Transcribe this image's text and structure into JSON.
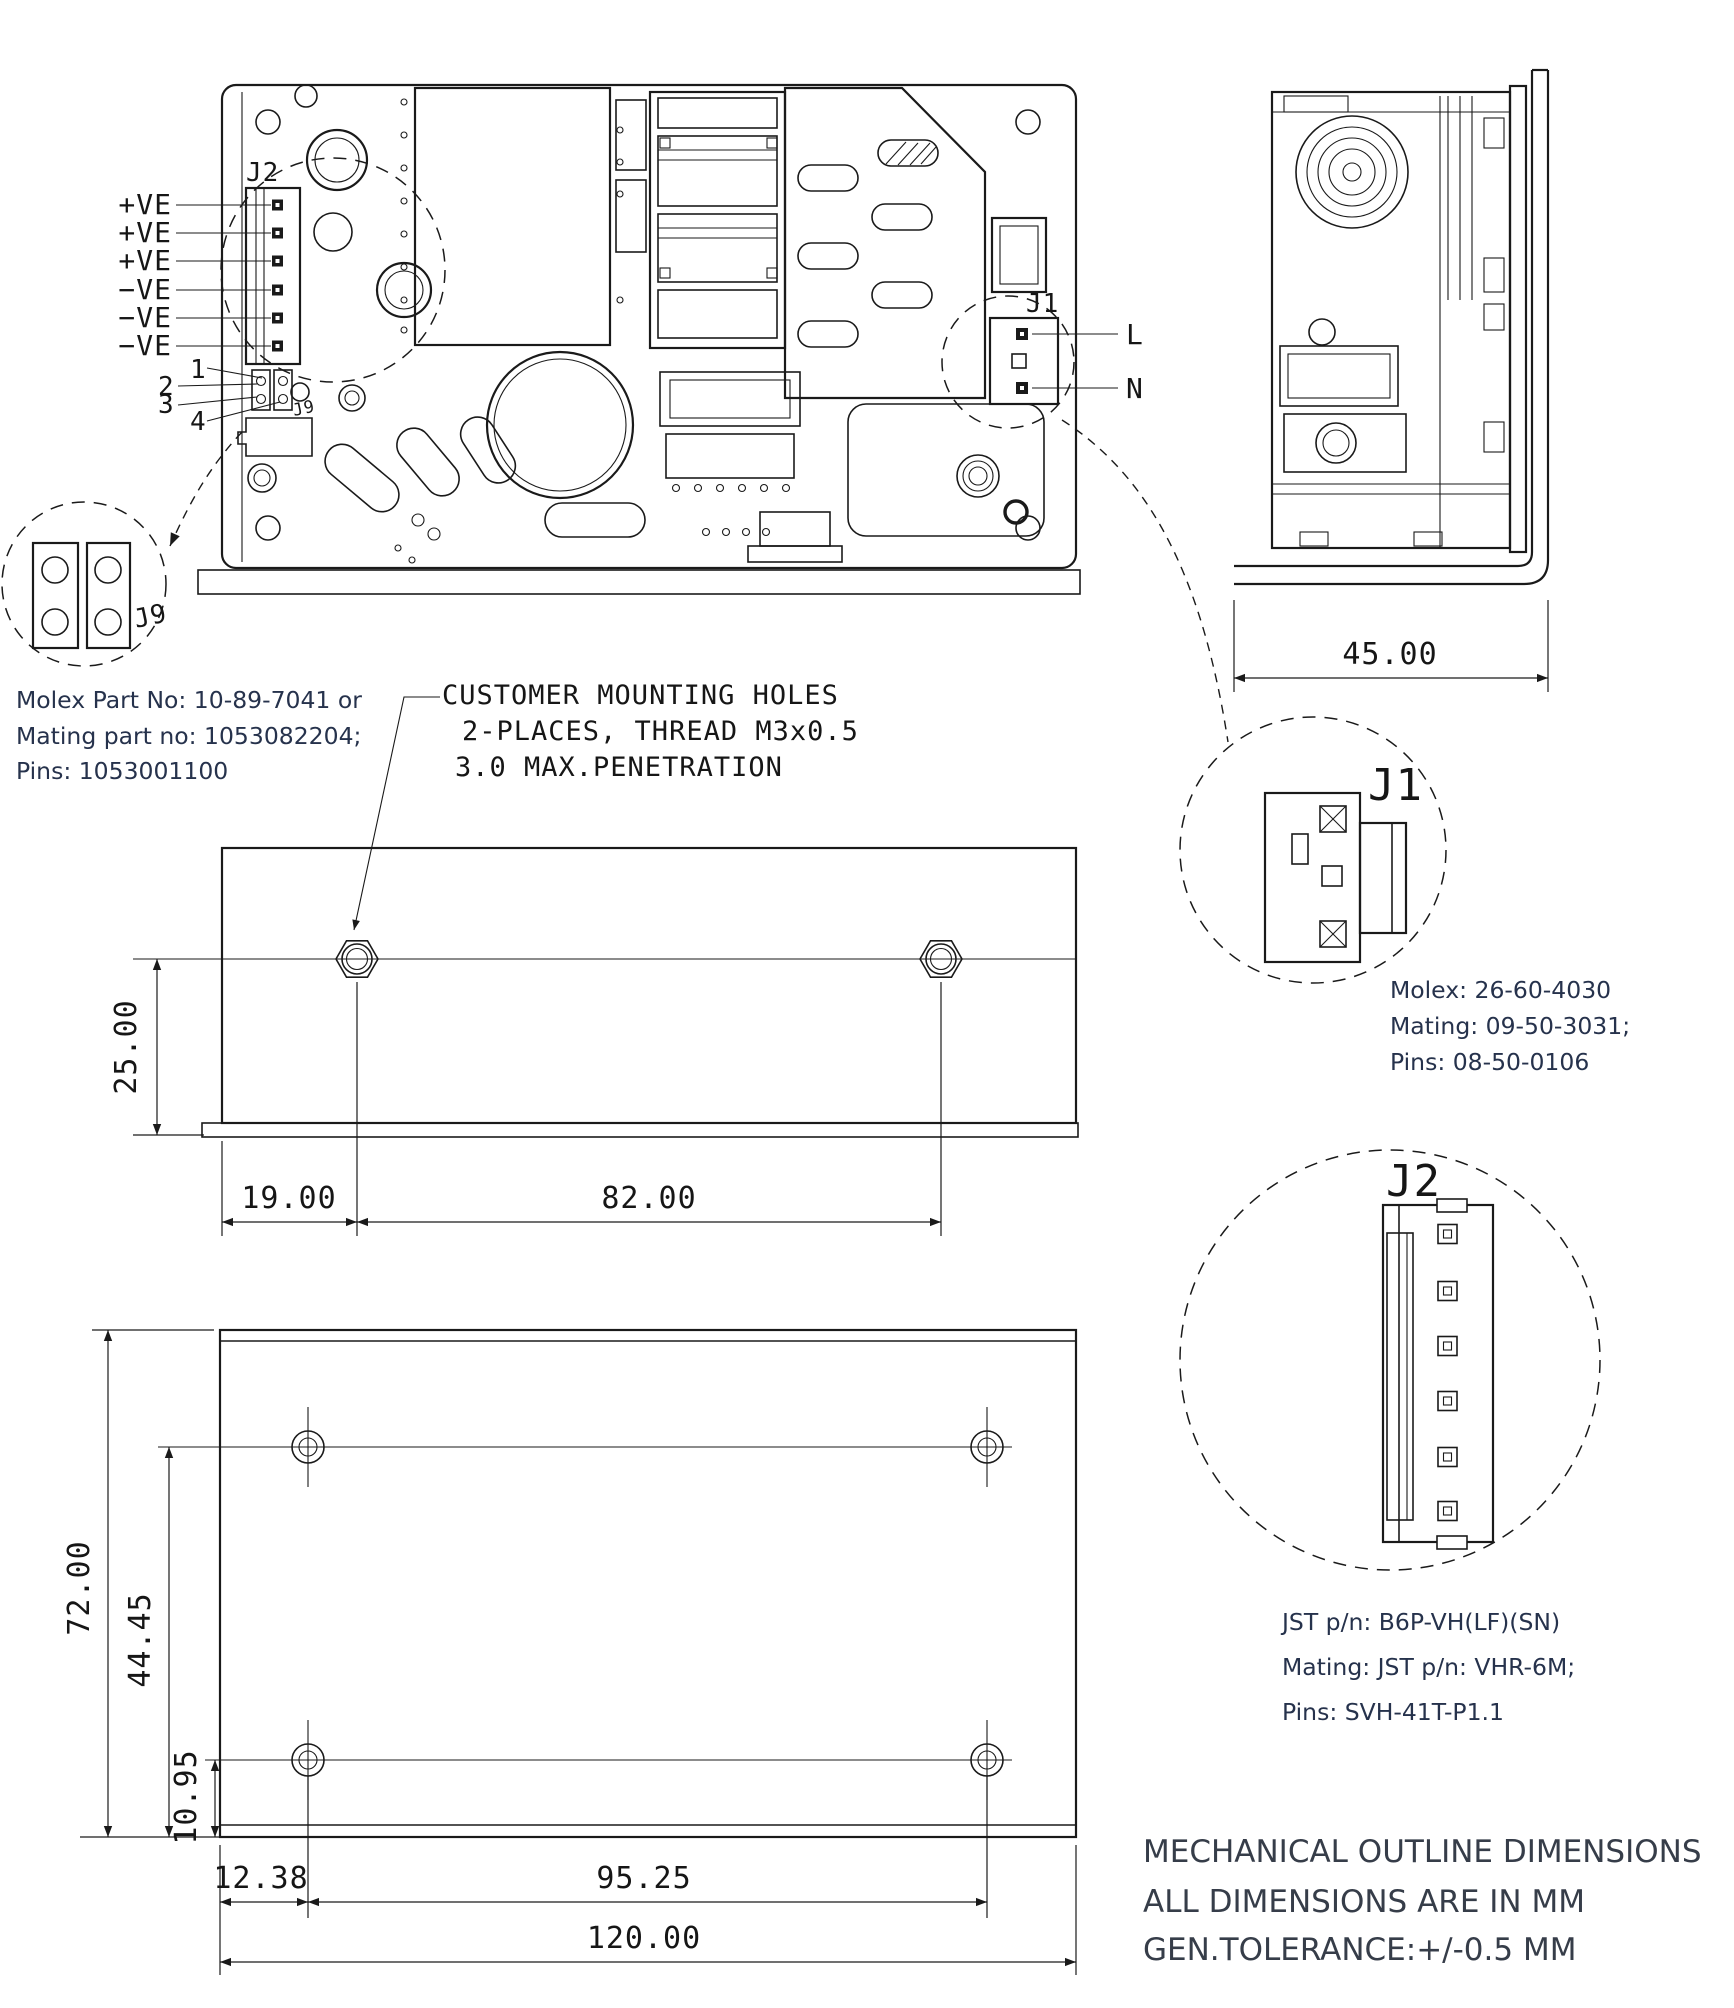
{
  "drawing": {
    "top_view": {
      "j2_label": "J2",
      "j9_label": "J9",
      "j1_label": "J1",
      "output_pins": [
        "+VE",
        "+VE",
        "+VE",
        "−VE",
        "−VE",
        "−VE"
      ],
      "aux_pins": [
        "1",
        "2",
        "3",
        "4"
      ],
      "line_label": "L",
      "neutral_label": "N"
    },
    "mounting_note": {
      "lines": [
        "CUSTOMER MOUNTING HOLES",
        "2-PLACES, THREAD M3x0.5",
        "3.0 MAX.PENETRATION"
      ]
    },
    "j9_note": {
      "lines": [
        "Molex Part No: 10-89-7041 or",
        "Mating part no: 1053082204;",
        "Pins: 1053001100"
      ]
    },
    "j1_detail": {
      "label": "J1",
      "lines": [
        "Molex: 26-60-4030",
        "Mating: 09-50-3031;",
        "Pins: 08-50-0106"
      ]
    },
    "j2_detail": {
      "label": "J2",
      "lines": [
        "JST p/n: B6P-VH(LF)(SN)",
        "Mating: JST p/n: VHR-6M;",
        "Pins: SVH-41T-P1.1"
      ]
    },
    "dims": {
      "d45": "45.00",
      "d25": "25.00",
      "d19": "19.00",
      "d82": "82.00",
      "d72": "72.00",
      "d4445": "44.45",
      "d1095": "10.95",
      "d1238": "12.38",
      "d9525": "95.25",
      "d120": "120.00"
    },
    "footer": {
      "lines": [
        "MECHANICAL OUTLINE DIMENSIONS",
        "ALL DIMENSIONS ARE IN MM",
        "GEN.TOLERANCE:+/-0.5 MM"
      ]
    },
    "colors": {
      "line": "#1a1a1a",
      "annotation_text": "#26324c",
      "footer_text": "#363d49",
      "background": "#ffffff"
    }
  }
}
